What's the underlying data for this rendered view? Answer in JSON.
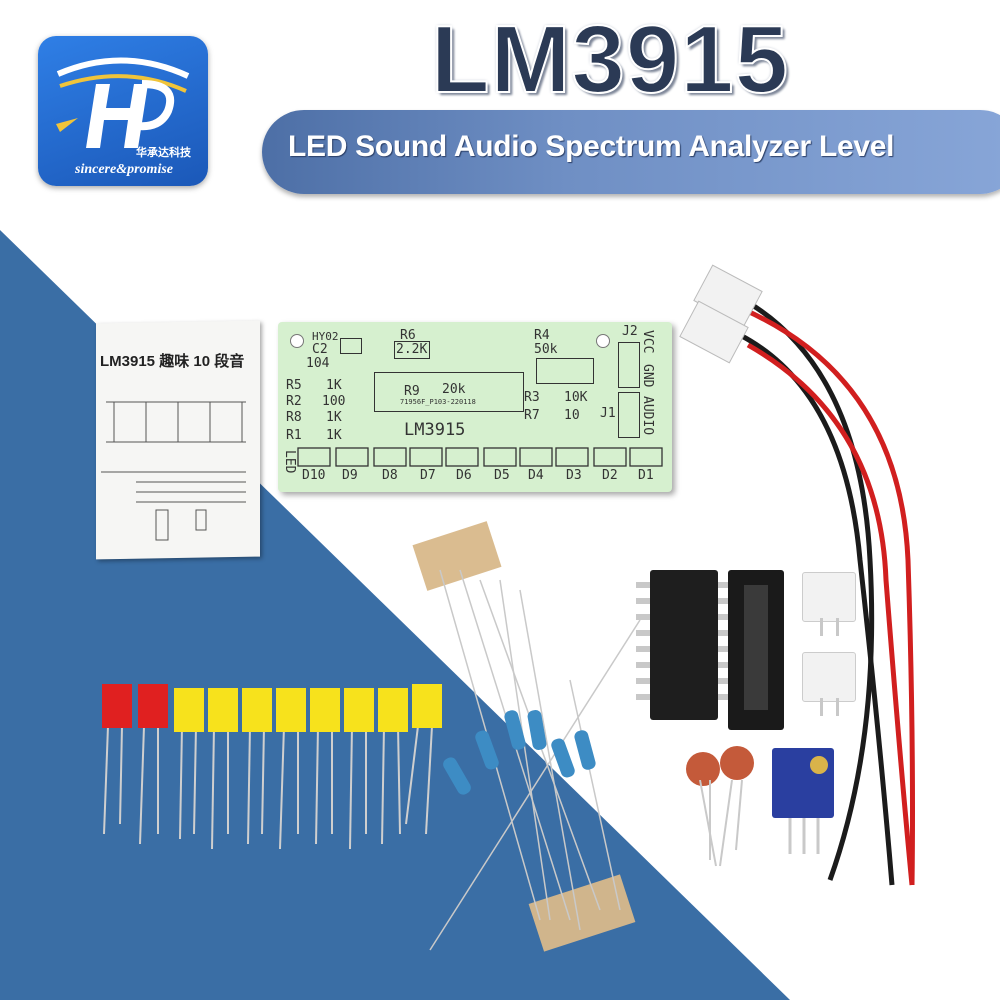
{
  "colors": {
    "background": "#ffffff",
    "triangle_blue": "#3a6ea5",
    "pcb": "#d6f0cf",
    "led_red": "#e02020",
    "led_yellow": "#f7e21c"
  },
  "header": {
    "title": "LM3915",
    "subtitle": "LED Sound Audio Spectrum Analyzer Level"
  },
  "logo": {
    "chinese": "华承达科技",
    "brand": "sincere&promise"
  },
  "manual": {
    "title": "LM3915 趣味 10 段音"
  },
  "pcb": {
    "chip_label": "LM3915",
    "labels": {
      "hy02": "HY02",
      "c2": "C2",
      "c2_val": "104",
      "r6": "R6",
      "r6_val": "2.2K",
      "r4": "R4",
      "r4_val": "50k",
      "j2": "J2",
      "vcc": "VCC",
      "gnd": "GND",
      "audio": "AUDIO",
      "r5": "R5",
      "r2": "R2",
      "r8": "R8",
      "r1": "R1",
      "r5_val": "1K",
      "r2_val": "100",
      "r8_val": "1K",
      "r1_val": "1K",
      "r9": "R9",
      "r9_val": "20k",
      "r3": "R3",
      "r3_val": "10K",
      "r7": "R7",
      "r7_val": "10",
      "j1": "J1",
      "code": "71956F_P103-220118",
      "led": "LED"
    },
    "led_labels": [
      "D10",
      "D9",
      "D8",
      "D7",
      "D6",
      "D5",
      "D4",
      "D3",
      "D2",
      "D1"
    ]
  }
}
